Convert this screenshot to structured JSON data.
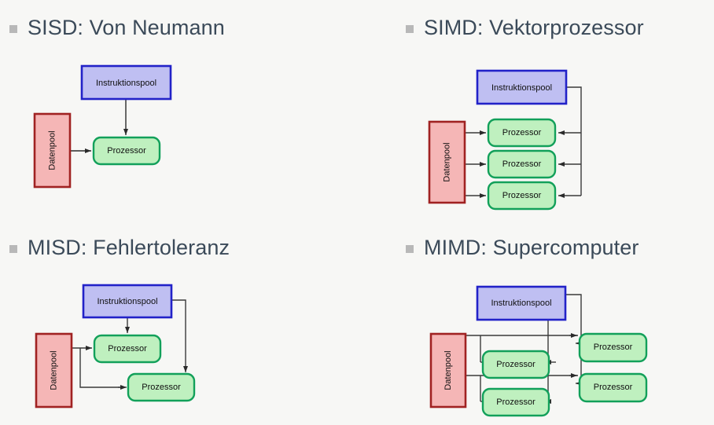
{
  "slide": {
    "background_color": "#f7f7f5",
    "title_color": "#3b4a59",
    "bullet_color": "#b8b8b8"
  },
  "palette": {
    "instruction_fill": "#bfbff2",
    "instruction_stroke": "#2222c8",
    "data_fill": "#f5b6b6",
    "data_stroke": "#a02222",
    "processor_fill": "#bff0bf",
    "processor_stroke": "#12a05a",
    "arrow_color": "#3a3a3a"
  },
  "labels": {
    "instruction_pool": "Instruktionspool",
    "data_pool": "Datenpool",
    "processor": "Prozessor"
  },
  "quadrants": [
    {
      "id": "sisd",
      "title": "SISD: Von Neumann",
      "instruction_pools": 1,
      "data_pools": 1,
      "processors": 1
    },
    {
      "id": "simd",
      "title": "SIMD: Vektorprozessor",
      "instruction_pools": 1,
      "data_pools": 1,
      "processors": 3
    },
    {
      "id": "misd",
      "title": "MISD: Fehlertoleranz",
      "instruction_pools": 1,
      "data_pools": 1,
      "processors": 2
    },
    {
      "id": "mimd",
      "title": "MIMD: Supercomputer",
      "instruction_pools": 1,
      "data_pools": 1,
      "processors": 4
    }
  ]
}
